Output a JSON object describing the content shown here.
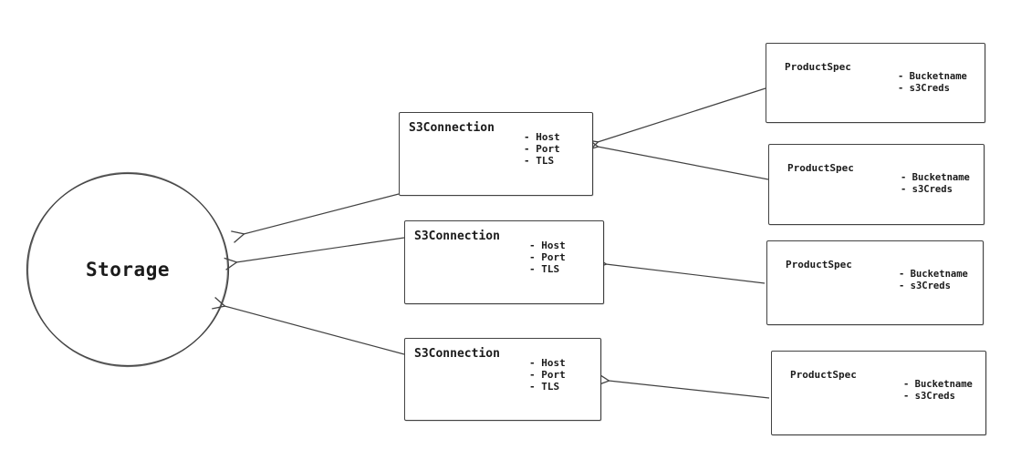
{
  "diagram": {
    "storage": {
      "label": "Storage"
    },
    "s3_connections": [
      {
        "title": "S3Connection",
        "attributes": [
          "- Host",
          "- Port",
          "- TLS"
        ]
      },
      {
        "title": "S3Connection",
        "attributes": [
          "- Host",
          "- Port",
          "- TLS"
        ]
      },
      {
        "title": "S3Connection",
        "attributes": [
          "- Host",
          "- Port",
          "- TLS"
        ]
      }
    ],
    "product_specs": [
      {
        "title": "ProductSpec",
        "attributes": [
          "- Bucketname",
          "- s3Creds"
        ]
      },
      {
        "title": "ProductSpec",
        "attributes": [
          "- Bucketname",
          "- s3Creds"
        ]
      },
      {
        "title": "ProductSpec",
        "attributes": [
          "- Bucketname",
          "- s3Creds"
        ]
      },
      {
        "title": "ProductSpec",
        "attributes": [
          "- Bucketname",
          "- s3Creds"
        ]
      }
    ],
    "colors": {
      "stroke": "#424242",
      "text": "#1b1b1b",
      "background": "#ffffff"
    }
  }
}
